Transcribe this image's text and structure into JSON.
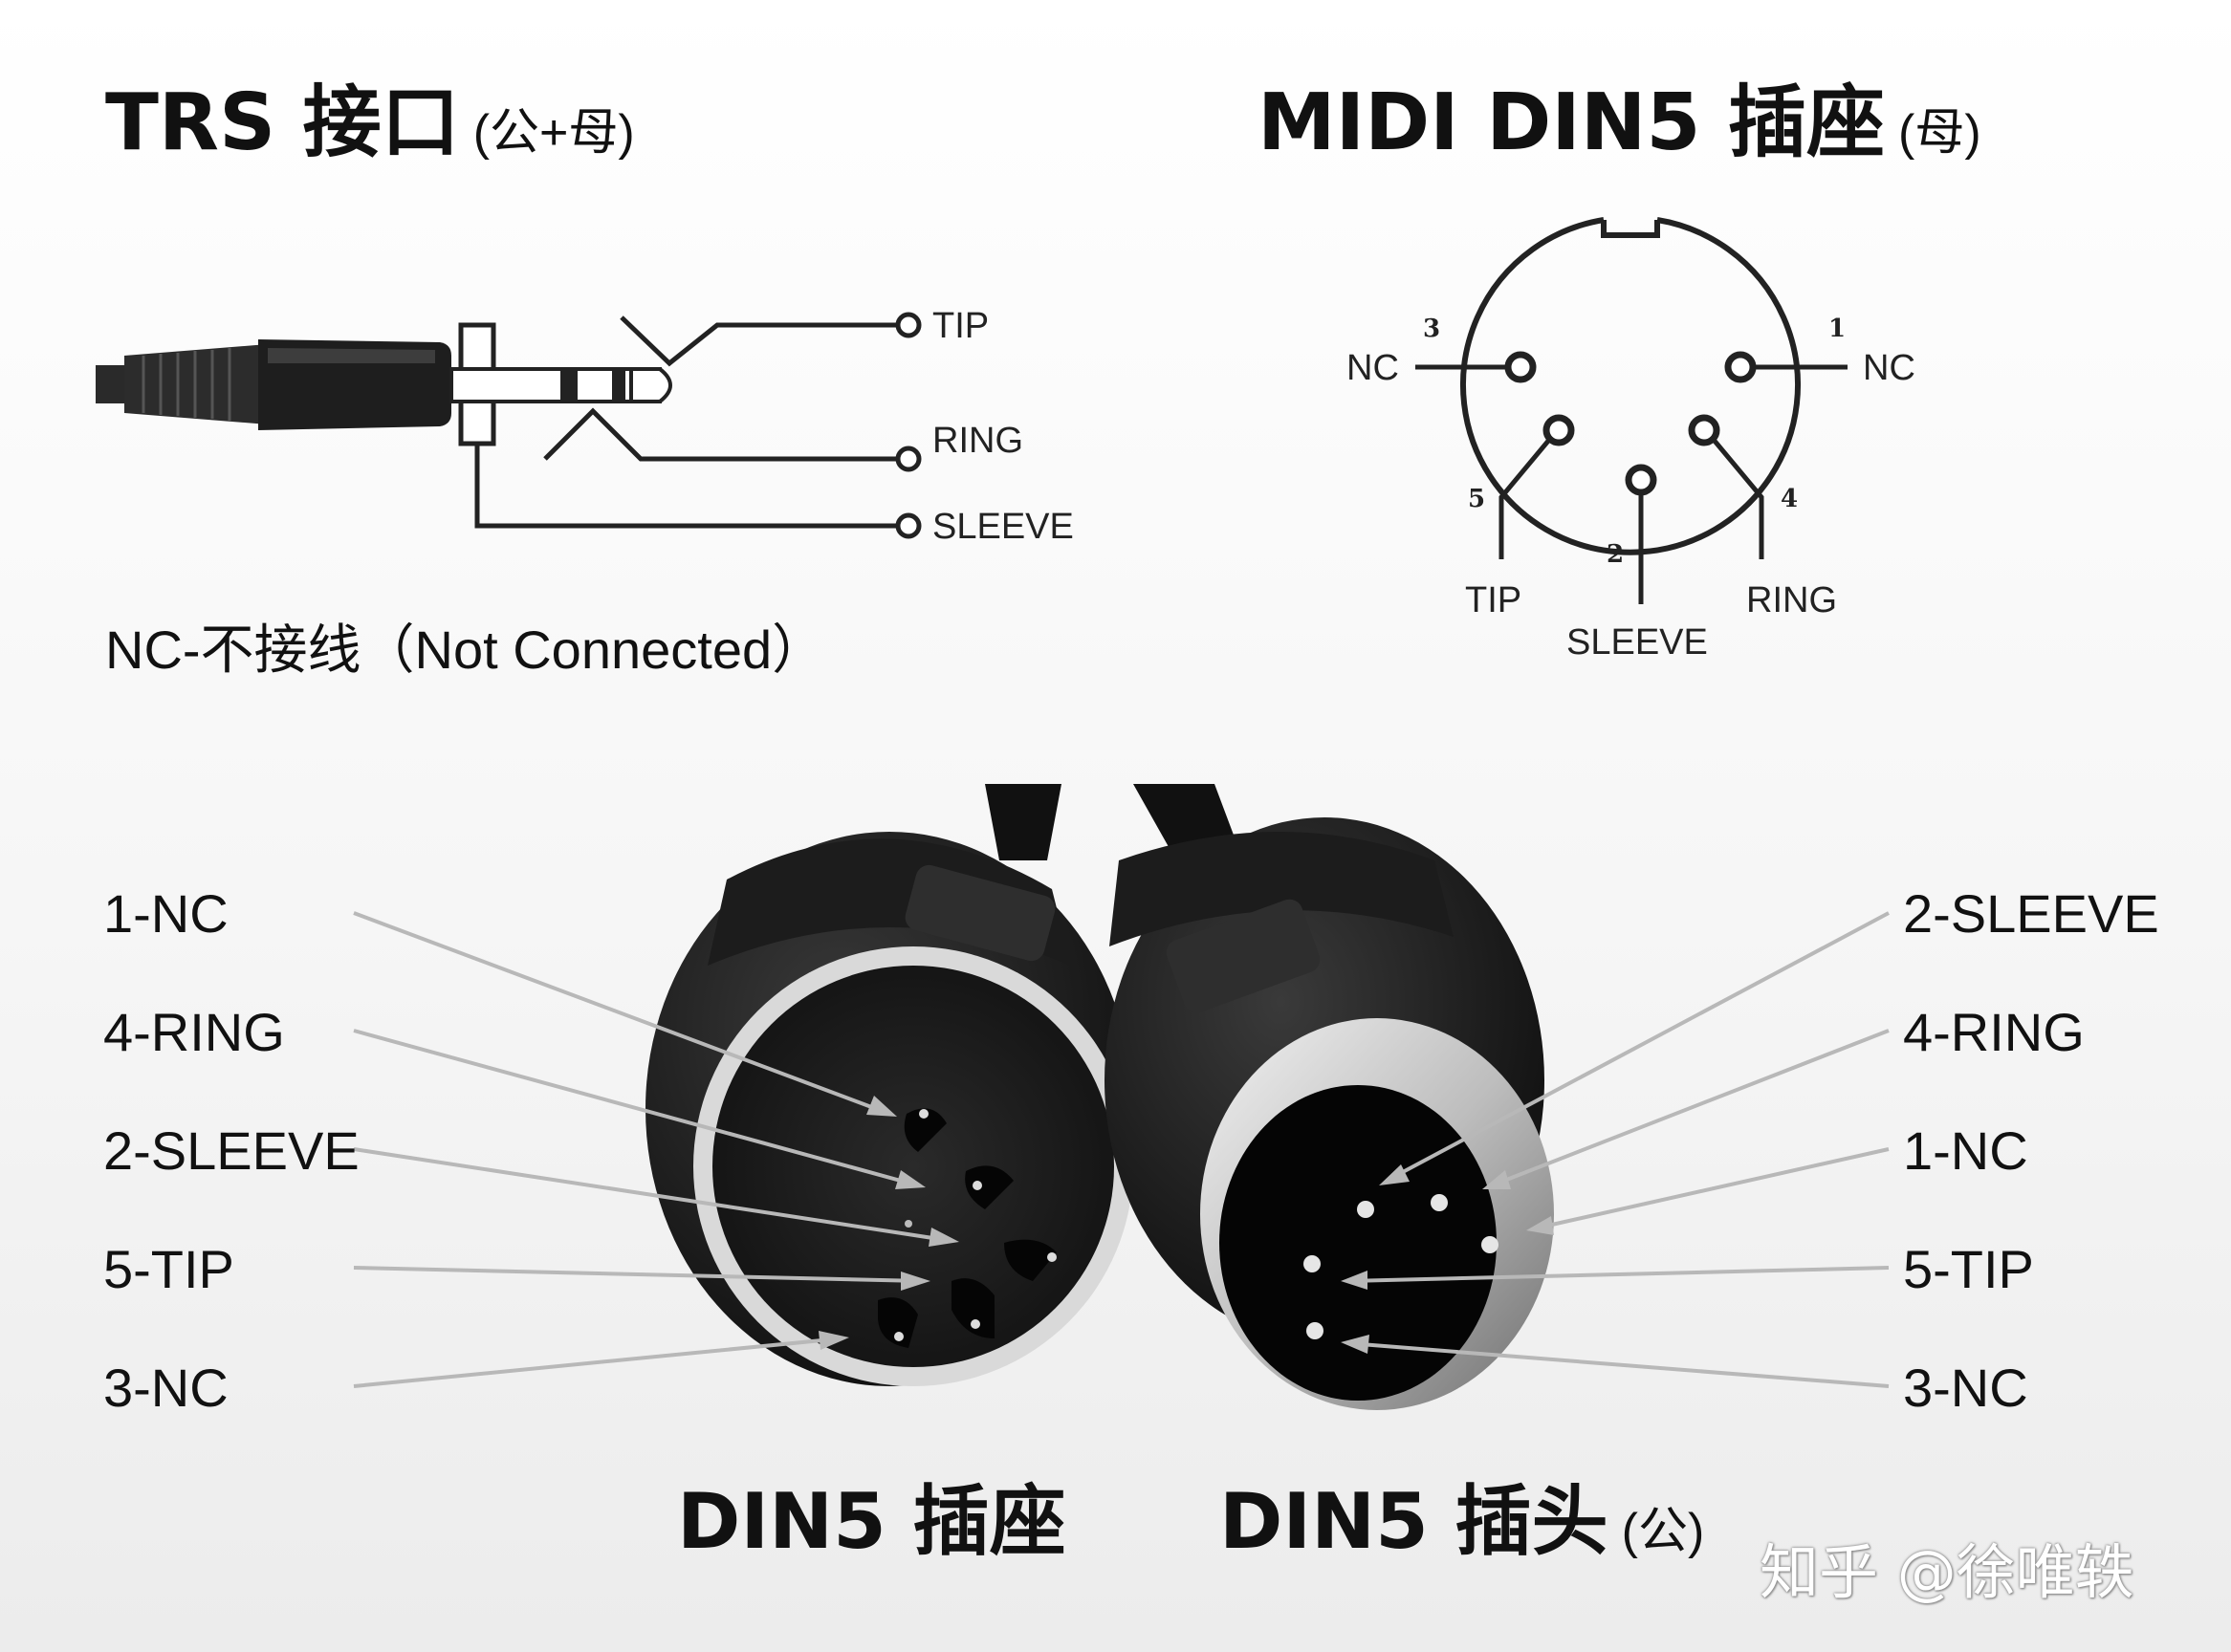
{
  "trs": {
    "title": "TRS 接口",
    "subtitle": "(公+母)",
    "labels": {
      "tip": "TIP",
      "ring": "RING",
      "sleeve": "SLEEVE"
    },
    "note": "NC-不接线（Not Connected）"
  },
  "midi": {
    "title": "MIDI DIN5 插座",
    "subtitle": "(母)",
    "nc_left": "NC",
    "nc_right": "NC",
    "pin_numbers": {
      "p1": "1",
      "p2": "2",
      "p3": "3",
      "p4": "4",
      "p5": "5"
    },
    "labels": {
      "tip": "TIP",
      "sleeve": "SLEEVE",
      "ring": "RING"
    }
  },
  "socket_labels": [
    "1-NC",
    "4-RING",
    "2-SLEEVE",
    "5-TIP",
    "3-NC"
  ],
  "plug_labels": [
    "2-SLEEVE",
    "4-RING",
    "1-NC",
    "5-TIP",
    "3-NC"
  ],
  "bottom": {
    "socket_title": "DIN5 插座",
    "plug_title": "DIN5 插头",
    "plug_subtitle": "(公)"
  },
  "watermark": "知乎 @徐唯轶",
  "colors": {
    "background": "#f4f4f4",
    "text": "#111111",
    "leader_lines": "#b8b8b8",
    "connector_body": "#1a1a1a",
    "metal_shell": "#c9c9c9"
  }
}
